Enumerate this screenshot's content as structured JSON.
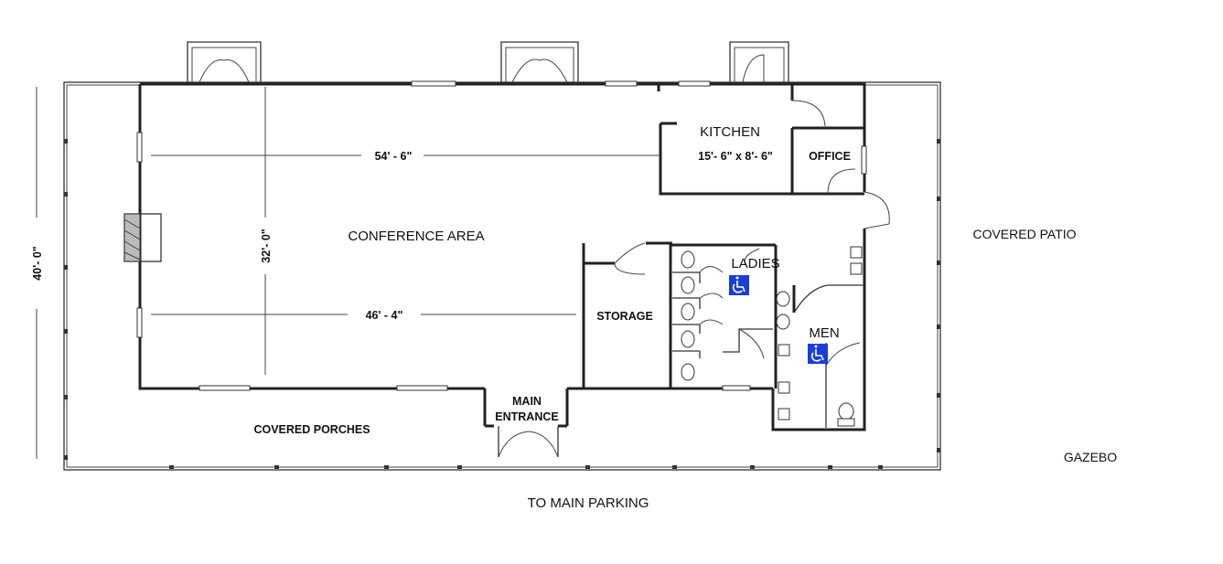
{
  "labels": {
    "kitchen": "KITCHEN",
    "kitchen_size": "15'- 6\" x 8'- 6\"",
    "office": "OFFICE",
    "conference": "CONFERENCE AREA",
    "ladies": "LADIES",
    "men": "MEN",
    "storage": "STORAGE",
    "main_entrance_1": "MAIN",
    "main_entrance_2": "ENTRANCE",
    "covered_porches": "COVERED PORCHES",
    "covered_patio": "COVERED PATIO",
    "gazebo": "GAZEBO",
    "parking": "TO MAIN PARKING"
  },
  "dimensions": {
    "width_top": "54' - 6\"",
    "width_bottom": "46' - 4\"",
    "depth_inner": "32'- 0\"",
    "depth_outer": "40'- 0\""
  },
  "colors": {
    "accessible_sign": "#1a3fd6"
  },
  "icons": [
    "wheelchair-icon"
  ]
}
